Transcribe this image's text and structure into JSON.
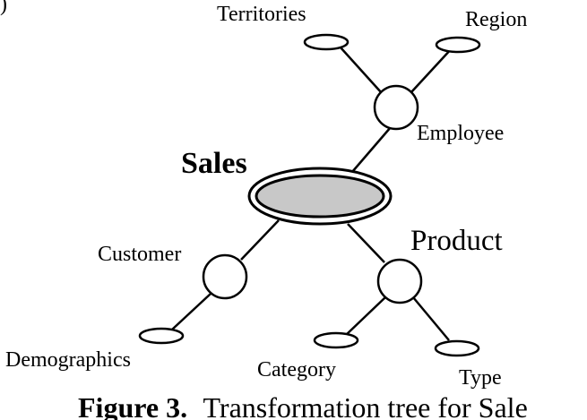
{
  "fragment": ")",
  "nodes": {
    "territories": "Territories",
    "region": "Region",
    "employee": "Employee",
    "sales": "Sales",
    "customer": "Customer",
    "product": "Product",
    "demographics": "Demographics",
    "category": "Category",
    "type": "Type"
  },
  "caption": {
    "label": "Figure 3.",
    "text": "Transformation tree for Sale"
  },
  "colors": {
    "root_fill": "#c8c8c8",
    "stroke": "#000000"
  }
}
